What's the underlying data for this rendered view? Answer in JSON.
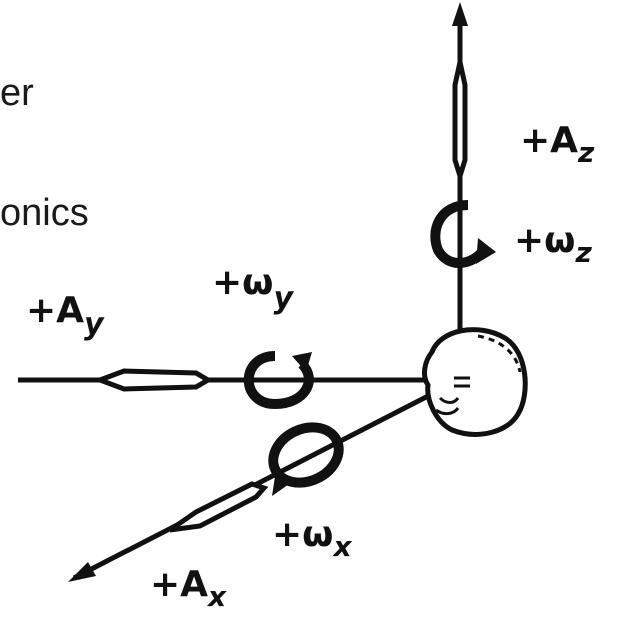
{
  "slide": {
    "line1": "er",
    "line2": "onics"
  },
  "diagram": {
    "labels": {
      "az": "+A",
      "az_sub": "z",
      "wz": "+ω",
      "wz_sub": "z",
      "ay": "+A",
      "ay_sub": "y",
      "wy": "+ω",
      "wy_sub": "y",
      "wx": "+ω",
      "wx_sub": "x",
      "ax": "+A",
      "ax_sub": "x"
    }
  }
}
